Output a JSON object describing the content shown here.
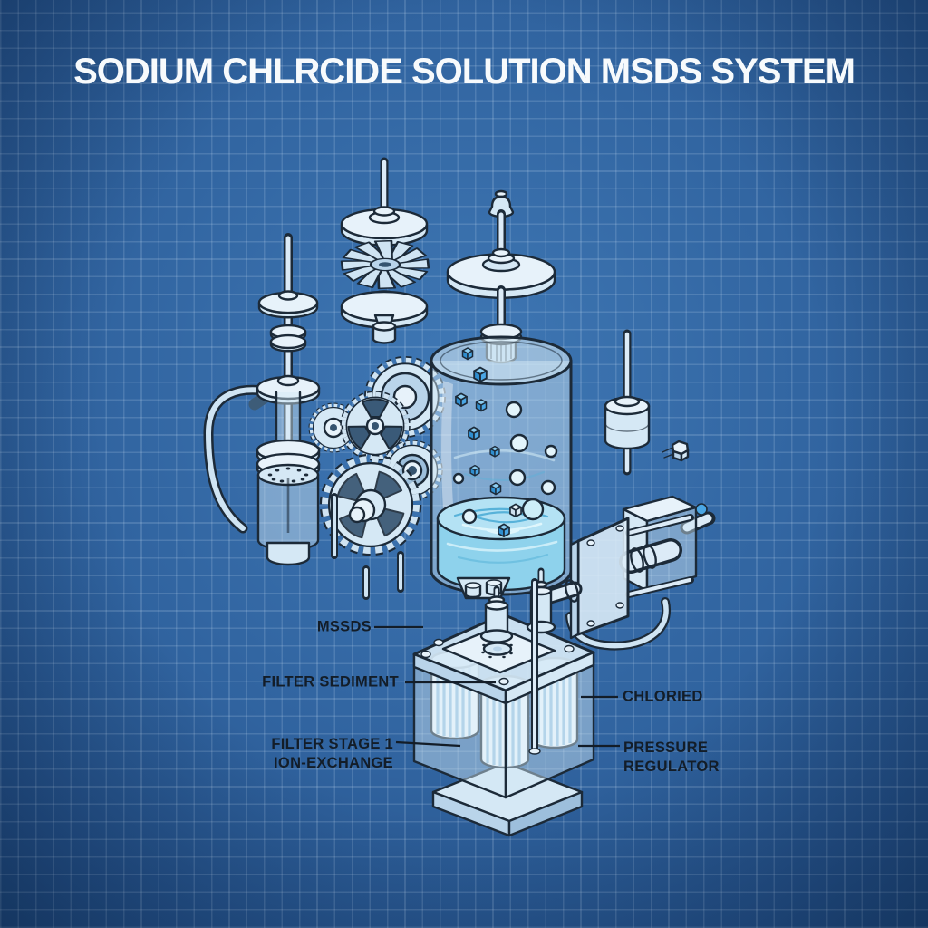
{
  "title": "SODIUM CHLRCIDE SOLUTION MSDS SYSTEM",
  "labels": {
    "msds": "MSSDS",
    "filter_sediment": "FILTER SEDIMENT",
    "filter_stage_line1": "FILTER STAGE 1",
    "filter_stage_line2": "ION-EXCHANGE",
    "chloried": "CHLORIED",
    "pressure_line1": "PRESSURE",
    "pressure_line2": "REGULATOR"
  },
  "diagram": {
    "style": "isometric blueprint line-art",
    "components": [
      "tank-lid",
      "impeller-stack",
      "dosing-pump-assembly",
      "feed-hose",
      "gear-train",
      "mixing-tank",
      "salt-crystals",
      "bubbles",
      "check-valve",
      "hex-nut",
      "pressure-pump",
      "tank-stand",
      "filter-unit",
      "filter-cartridges",
      "base-plinth"
    ]
  },
  "colors": {
    "background": "#30639f",
    "background_edge": "#1d4678",
    "grid_line": "rgba(215,233,250,0.16)",
    "line_art": "#1c2a38",
    "part_fill": "#d5e8f5",
    "glass_fill": "rgba(210,232,246,0.45)",
    "liquid": "#8ed2ec",
    "crystal": "#4aa6e4",
    "title_text": "#f7fafc",
    "label_text": "#131d28"
  }
}
